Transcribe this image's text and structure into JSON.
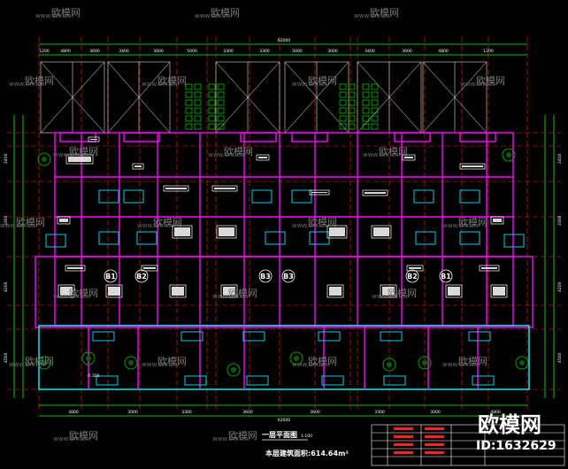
{
  "watermark": {
    "text": "欧模网",
    "url": "www.om.cn"
  },
  "drawing": {
    "overall_dimension": "62000",
    "top_dimensions": [
      "1200",
      "4800",
      "3600",
      "3400",
      "3000",
      "5000",
      "3300",
      "3300",
      "5000",
      "3000",
      "3400",
      "3600",
      "4800",
      "1200"
    ],
    "bottom_dimensions": [
      "4800",
      "3000",
      "3300",
      "3600",
      "3600",
      "3300",
      "3000",
      "4800"
    ],
    "unit_labels": [
      "B1",
      "B2",
      "B3",
      "B3",
      "B2",
      "B1"
    ],
    "side_dimensions": [
      "2400",
      "3300",
      "4200",
      "4500"
    ],
    "elevation_mark": "-0.300",
    "plan_title": "一层平面图",
    "plan_scale": "1:100",
    "area_note": "本层建筑面积:614.64m²"
  },
  "brand": {
    "name": "欧模网",
    "id": "ID:1632629"
  },
  "colors": {
    "background": "#000000",
    "wall": "#ff00ff",
    "axis": "#ffffff",
    "dim_line": "#00ff00",
    "red": "#ff0000",
    "cyan": "#00ffff",
    "furniture": "#ffffff",
    "tree": "#00c000"
  }
}
